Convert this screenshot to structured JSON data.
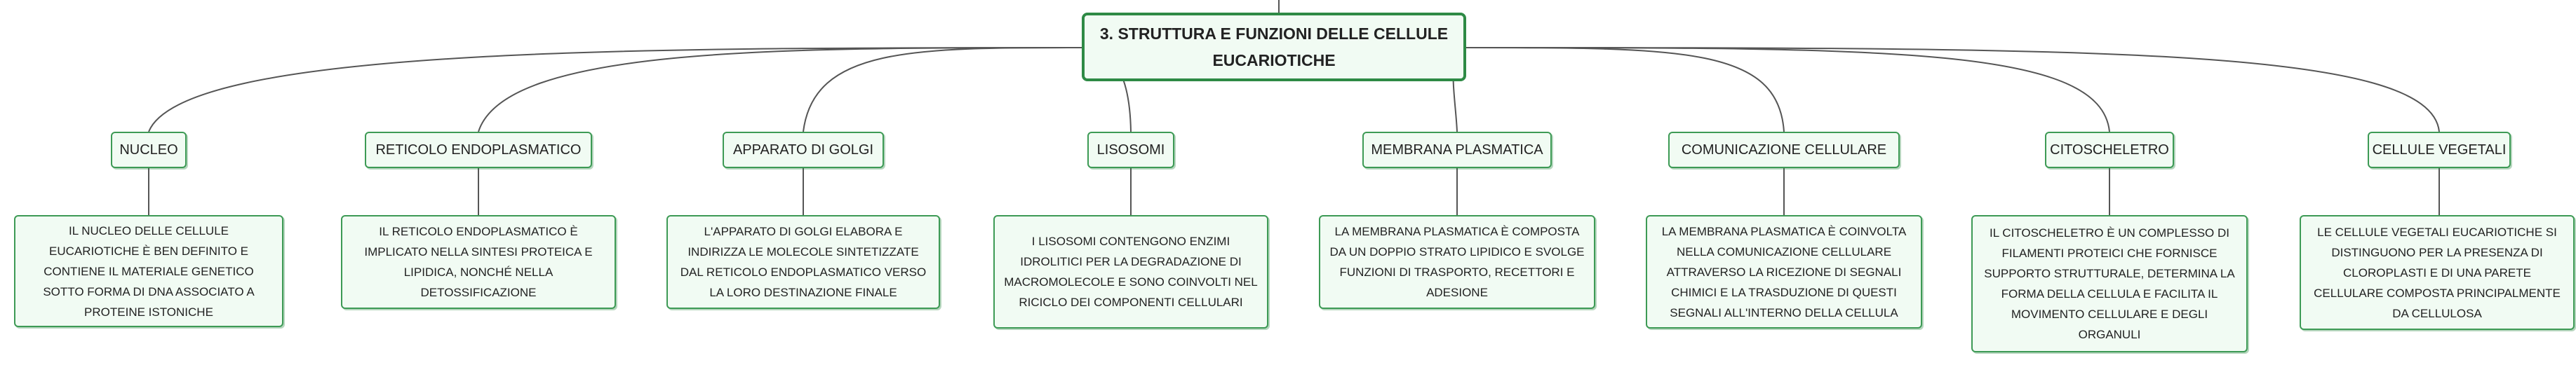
{
  "colors": {
    "border": "#3d9a55",
    "root_border": "#2e8a45",
    "fill": "#f1fbf3",
    "connector": "#555555"
  },
  "root": {
    "title": "3. STRUTTURA E FUNZIONI DELLE CELLULE EUCARIOTICHE"
  },
  "topics": [
    {
      "label": "NUCLEO",
      "detail": "IL NUCLEO DELLE CELLULE EUCARIOTICHE È BEN DEFINITO E CONTIENE IL MATERIALE GENETICO SOTTO FORMA DI DNA ASSOCIATO A PROTEINE ISTONICHE"
    },
    {
      "label": "RETICOLO ENDOPLASMATICO",
      "detail": "IL RETICOLO ENDOPLASMATICO È IMPLICATO NELLA SINTESI PROTEICA E LIPIDICA, NONCHÉ NELLA DETOSSIFICAZIONE"
    },
    {
      "label": "APPARATO DI GOLGI",
      "detail": "L'APPARATO DI GOLGI ELABORA E INDIRIZZA LE MOLECOLE SINTETIZZATE DAL RETICOLO ENDOPLASMATICO VERSO LA LORO DESTINAZIONE FINALE"
    },
    {
      "label": "LISOSOMI",
      "detail": "I LISOSOMI CONTENGONO ENZIMI IDROLITICI PER LA DEGRADAZIONE DI MACROMOLECOLE E SONO COINVOLTI NEL RICICLO DEI COMPONENTI CELLULARI"
    },
    {
      "label": "MEMBRANA PLASMATICA",
      "detail": "LA MEMBRANA PLASMATICA È COMPOSTA DA UN DOPPIO STRATO LIPIDICO E SVOLGE FUNZIONI DI TRASPORTO, RECETTORI E ADESIONE"
    },
    {
      "label": "COMUNICAZIONE CELLULARE",
      "detail": "LA MEMBRANA PLASMATICA È COINVOLTA NELLA COMUNICAZIONE CELLULARE ATTRAVERSO LA RICEZIONE DI SEGNALI CHIMICI E LA TRASDUZIONE DI QUESTI SEGNALI ALL'INTERNO DELLA CELLULA"
    },
    {
      "label": "CITOSCHELETRO",
      "detail": "IL CITOSCHELETRO È UN COMPLESSO DI FILAMENTI PROTEICI CHE FORNISCE SUPPORTO STRUTTURALE, DETERMINA LA FORMA DELLA CELLULA E FACILITA IL MOVIMENTO CELLULARE E DEGLI ORGANULI"
    },
    {
      "label": "CELLULE VEGETALI",
      "detail": "LE CELLULE VEGETALI EUCARIOTICHE SI DISTINGUONO PER LA PRESENZA DI CLOROPLASTI E DI UNA PARETE CELLULARE COMPOSTA PRINCIPALMENTE DA CELLULOSA"
    }
  ]
}
